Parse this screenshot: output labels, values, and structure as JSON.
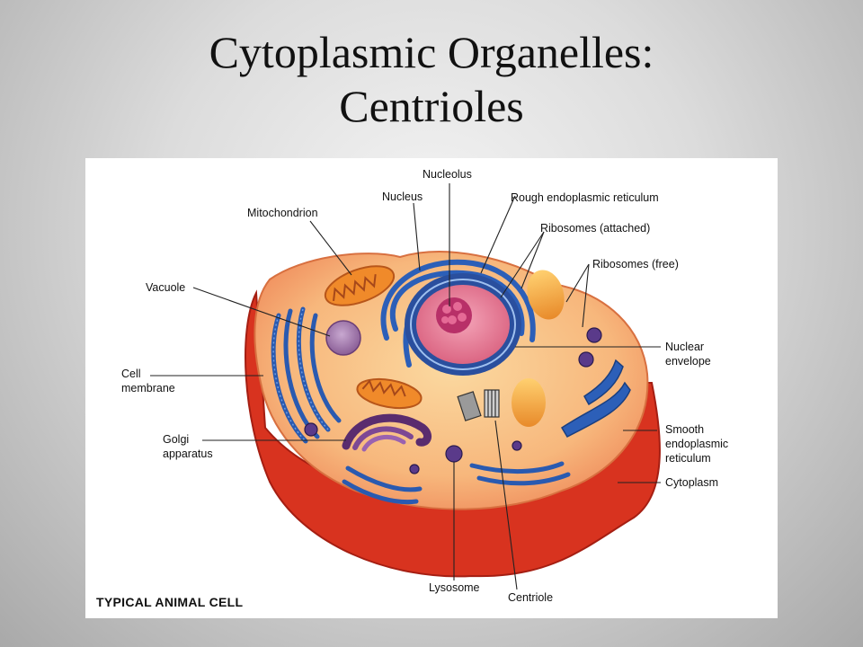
{
  "slide": {
    "title_line1": "Cytoplasmic Organelles:",
    "title_line2": "Centrioles"
  },
  "figure": {
    "caption": "TYPICAL ANIMAL CELL",
    "labels": {
      "nucleolus": "Nucleolus",
      "nucleus": "Nucleus",
      "rough_er": "Rough endoplasmic reticulum",
      "mitochondrion": "Mitochondrion",
      "ribosomes_attached": "Ribosomes (attached)",
      "ribosomes_free": "Ribosomes (free)",
      "vacuole": "Vacuole",
      "nuclear_envelope_1": "Nuclear",
      "nuclear_envelope_2": "envelope",
      "cell_membrane_1": "Cell",
      "cell_membrane_2": "membrane",
      "golgi_1": "Golgi",
      "golgi_2": "apparatus",
      "smooth_er_1": "Smooth",
      "smooth_er_2": "endoplasmic",
      "smooth_er_3": "reticulum",
      "cytoplasm": "Cytoplasm",
      "lysosome": "Lysosome",
      "centriole": "Centriole"
    }
  }
}
